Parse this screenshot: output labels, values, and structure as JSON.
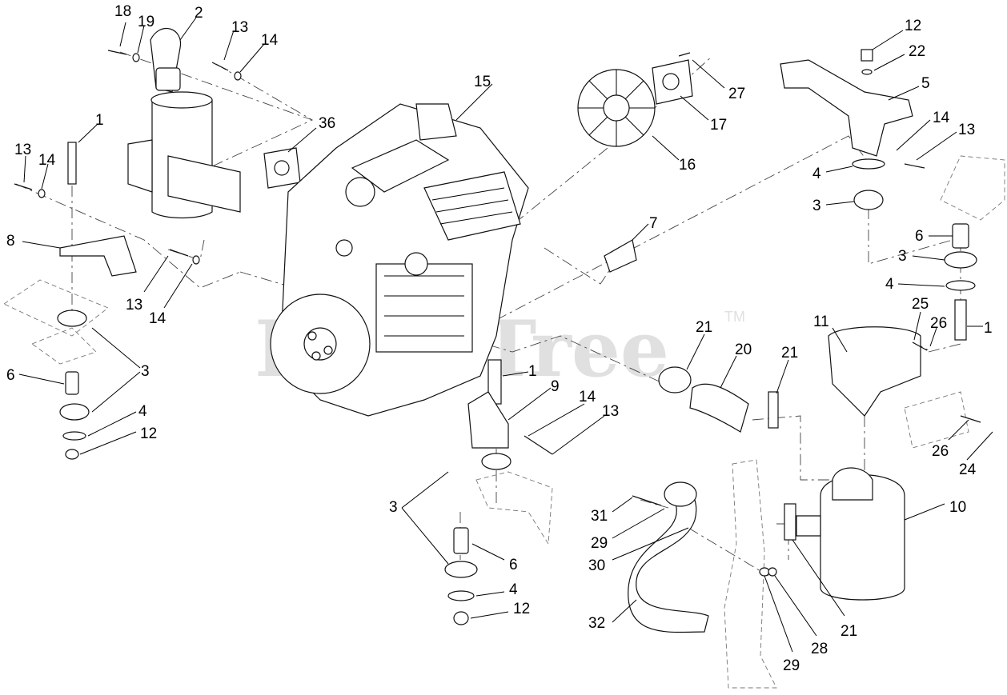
{
  "watermark": {
    "text": "PartsTree",
    "tm": "TM"
  },
  "labels": [
    {
      "id": "l18",
      "text": "18"
    },
    {
      "id": "l19",
      "text": "19"
    },
    {
      "id": "l2",
      "text": "2"
    },
    {
      "id": "l13a",
      "text": "13"
    },
    {
      "id": "l14a",
      "text": "14"
    },
    {
      "id": "l1a",
      "text": "1"
    },
    {
      "id": "l13b",
      "text": "13"
    },
    {
      "id": "l14b",
      "text": "14"
    },
    {
      "id": "l36",
      "text": "36"
    },
    {
      "id": "l8",
      "text": "8"
    },
    {
      "id": "l13c",
      "text": "13"
    },
    {
      "id": "l14c",
      "text": "14"
    },
    {
      "id": "l3a",
      "text": "3"
    },
    {
      "id": "l6a",
      "text": "6"
    },
    {
      "id": "l4a",
      "text": "4"
    },
    {
      "id": "l12a",
      "text": "12"
    },
    {
      "id": "l15",
      "text": "15"
    },
    {
      "id": "l27",
      "text": "27"
    },
    {
      "id": "l17",
      "text": "17"
    },
    {
      "id": "l16",
      "text": "16"
    },
    {
      "id": "l7",
      "text": "7"
    },
    {
      "id": "l12b",
      "text": "12"
    },
    {
      "id": "l22",
      "text": "22"
    },
    {
      "id": "l5",
      "text": "5"
    },
    {
      "id": "l14d",
      "text": "14"
    },
    {
      "id": "l13d",
      "text": "13"
    },
    {
      "id": "l4b",
      "text": "4"
    },
    {
      "id": "l3b",
      "text": "3"
    },
    {
      "id": "l6b",
      "text": "6"
    },
    {
      "id": "l3c",
      "text": "3"
    },
    {
      "id": "l4c",
      "text": "4"
    },
    {
      "id": "l25",
      "text": "25"
    },
    {
      "id": "l26a",
      "text": "26"
    },
    {
      "id": "l1b",
      "text": "1"
    },
    {
      "id": "l11",
      "text": "11"
    },
    {
      "id": "l21a",
      "text": "21"
    },
    {
      "id": "l20",
      "text": "20"
    },
    {
      "id": "l21b",
      "text": "21"
    },
    {
      "id": "l1c",
      "text": "1"
    },
    {
      "id": "l9",
      "text": "9"
    },
    {
      "id": "l14e",
      "text": "14"
    },
    {
      "id": "l13e",
      "text": "13"
    },
    {
      "id": "l26b",
      "text": "26"
    },
    {
      "id": "l24",
      "text": "24"
    },
    {
      "id": "l10",
      "text": "10"
    },
    {
      "id": "l3d",
      "text": "3"
    },
    {
      "id": "l6c",
      "text": "6"
    },
    {
      "id": "l4d",
      "text": "4"
    },
    {
      "id": "l12c",
      "text": "12"
    },
    {
      "id": "l31",
      "text": "31"
    },
    {
      "id": "l29a",
      "text": "29"
    },
    {
      "id": "l30",
      "text": "30"
    },
    {
      "id": "l32",
      "text": "32"
    },
    {
      "id": "l21c",
      "text": "21"
    },
    {
      "id": "l28",
      "text": "28"
    },
    {
      "id": "l29b",
      "text": "29"
    }
  ]
}
